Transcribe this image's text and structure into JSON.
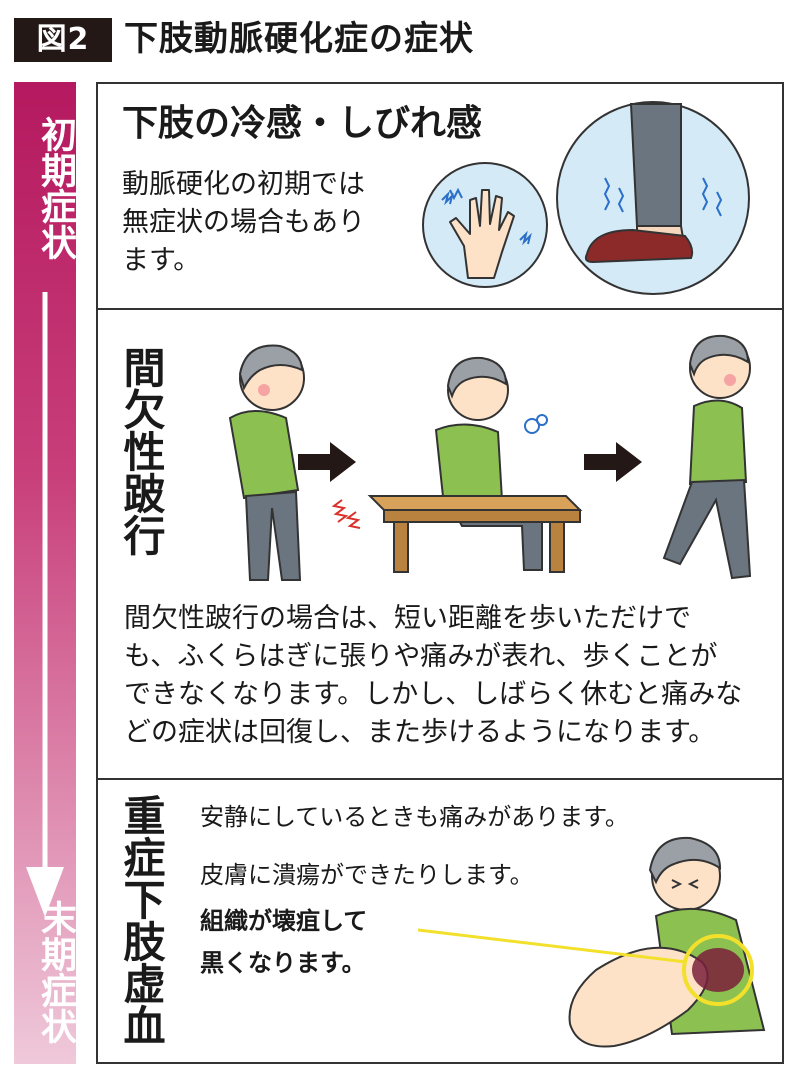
{
  "header": {
    "badge": "図2",
    "title": "下肢動脈硬化症の症状"
  },
  "sidebar": {
    "early_label": "初期症状",
    "late_label": "末期症状"
  },
  "panel_cold": {
    "heading": "下肢の冷感・しびれ感",
    "body_lines": [
      "動脈硬化の初期では",
      "無症状の場合もあり",
      "ます。"
    ]
  },
  "panel_claudication": {
    "side_heading": "間欠性跛行",
    "body_lines": [
      "間欠性跛行の場合は、短い距離を歩いただけで",
      "も、ふくらはぎに張りや痛みが表れ、歩くことが",
      "できなくなります。しかし、しばらく休むと痛みな",
      "どの症状は回復し、また歩けるようになります。"
    ]
  },
  "panel_ischemia": {
    "side_heading": "重症下肢虚血",
    "line1": "安静にしているときも痛みがあります。",
    "line2": "皮膚に潰瘍ができたりします。",
    "line3_bold": "組織が壊疽して",
    "line4_bold": "黒くなります。"
  },
  "colors": {
    "sidebar_top": "#b5195f",
    "sidebar_bottom": "#efc9da",
    "shirt": "#8cc152",
    "pants": "#6b7580",
    "highlight_ring": "#f2e02b"
  }
}
